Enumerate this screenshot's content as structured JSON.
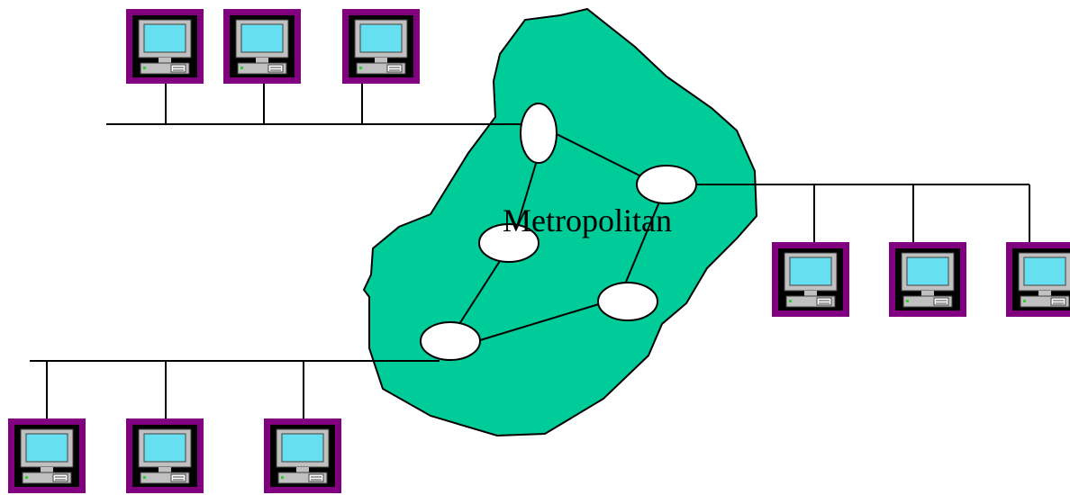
{
  "diagram": {
    "label": "Metropolitan",
    "colors": {
      "cloud": "#00CC99",
      "computer_frame": "#800080",
      "computer_bg": "#000000",
      "monitor_case": "#C0C0C0",
      "screen": "#66E0F0",
      "wire": "#000000"
    },
    "icons": {
      "network_cloud": "cloud-shape",
      "router": "ellipse-node",
      "computer": "desktop-computer-icon"
    },
    "networks": [
      {
        "name": "top-lan",
        "computers": 3
      },
      {
        "name": "right-lan",
        "computers": 3
      },
      {
        "name": "bottom-lan",
        "computers": 3
      }
    ],
    "routers": 5
  }
}
